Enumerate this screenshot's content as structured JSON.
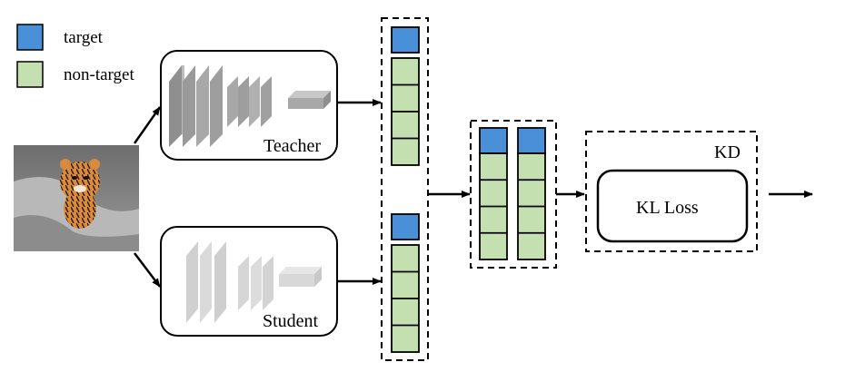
{
  "legend": {
    "items": [
      {
        "label": "target",
        "color": "#4a90d9"
      },
      {
        "label": "non-target",
        "color": "#c5e0b0"
      }
    ]
  },
  "teacher": {
    "label": "Teacher"
  },
  "student": {
    "label": "Student"
  },
  "kd": {
    "label": "KD",
    "loss_label": "KL Loss"
  },
  "colors": {
    "target": "#4a90d9",
    "non_target": "#c5e0b0",
    "teacher_layers": "#a8a8a8",
    "student_layers": "#d4d4d4",
    "stroke": "#000000"
  },
  "input_image": {
    "icon": "tiger-cub-photo"
  }
}
